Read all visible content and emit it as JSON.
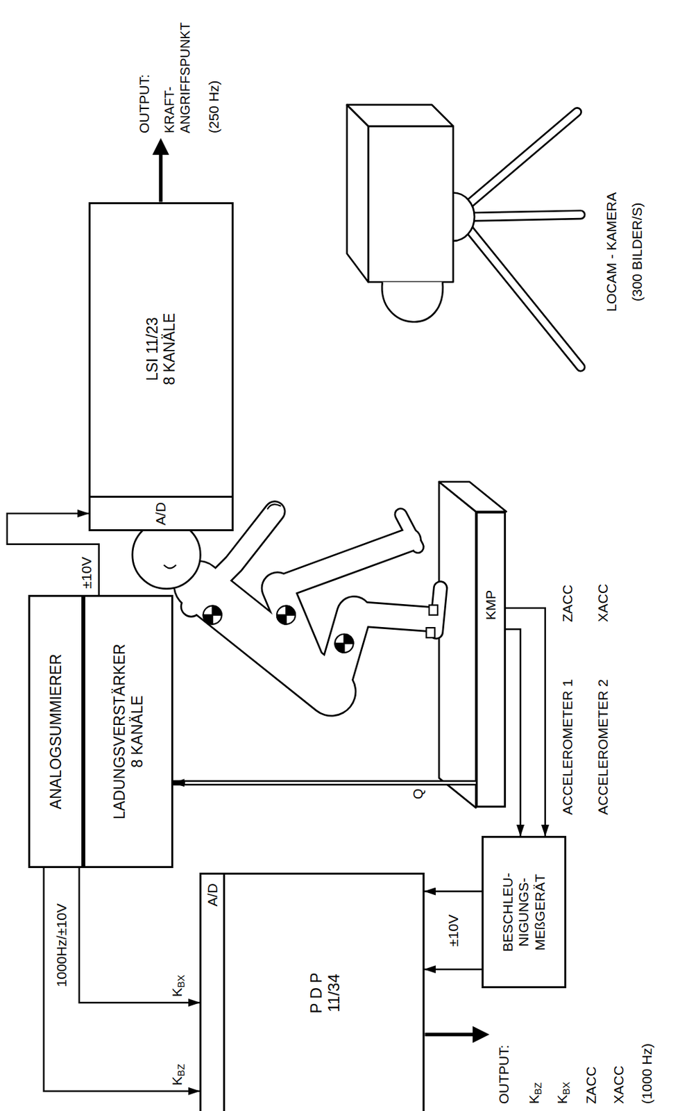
{
  "diagram": {
    "nodes": [
      {
        "text": [
          "ANALOGSUMMIERER"
        ]
      },
      {
        "text": [
          "LADUNGSVERSTÄRKER 8 KANÄLE"
        ]
      },
      {
        "text": [
          "LSI 11/23 8 KANÄLE"
        ]
      },
      {
        "text": [
          "A/D"
        ],
        "in": 2
      },
      {
        "text": [
          "KMP"
        ]
      },
      {
        "text": [
          "BESCHLEU- NIGUNGS- MEßGERÄT"
        ]
      },
      {
        "text": [
          "P D P 11/34"
        ]
      },
      {
        "text": [
          "A/D"
        ],
        "in": 6
      }
    ],
    "edges": [
      {
        "from": 0,
        "to": 7,
        "arrow": "to",
        "label": "KBZ"
      },
      {
        "from": 0,
        "to": 7,
        "arrow": "to",
        "label": "KBX"
      },
      {
        "from": 1,
        "to": 3,
        "arrow": "to",
        "label": "±10V"
      },
      {
        "from": 4,
        "to": 1,
        "arrow": "to",
        "label": "Q"
      },
      {
        "from": 4,
        "to": 5,
        "arrow": "to"
      },
      {
        "from": 4,
        "to": 5,
        "arrow": "to"
      },
      {
        "from": 5,
        "to": 6,
        "arrow": "to",
        "label": "±10V"
      },
      {
        "from": 5,
        "to": 6,
        "arrow": "to"
      }
    ],
    "labels": [
      "OUTPUT:",
      "KRAFT- ANGRIFFSPUNKT",
      "(250 Hz)",
      "1000Hz/±10V",
      "ACCELEROMETER 1",
      "ZACC",
      "ACCELEROMETER 2",
      "XACC",
      "LOCAM - KAMERA",
      "(300 BILDER/S)",
      "OUTPUT:",
      "KBZ",
      "KBX",
      "ZACC",
      "XACC",
      "(1000 Hz)"
    ]
  }
}
